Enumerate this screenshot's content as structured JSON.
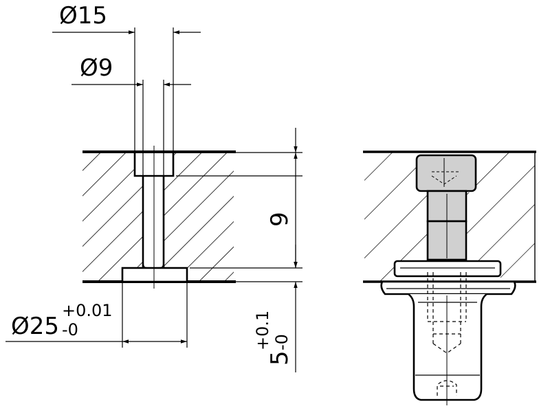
{
  "dimensions": {
    "d15": "Ø15",
    "d9": "Ø9",
    "d25_base": "Ø25",
    "d25_upper": "+0.01",
    "d25_lower": "-0",
    "depth9": "9",
    "depth5_base": "5",
    "depth5_upper": "+0.1",
    "depth5_lower": "-0"
  },
  "colors": {
    "line": "#000000",
    "part_fill": "#d0d0d0",
    "background": "#ffffff"
  }
}
